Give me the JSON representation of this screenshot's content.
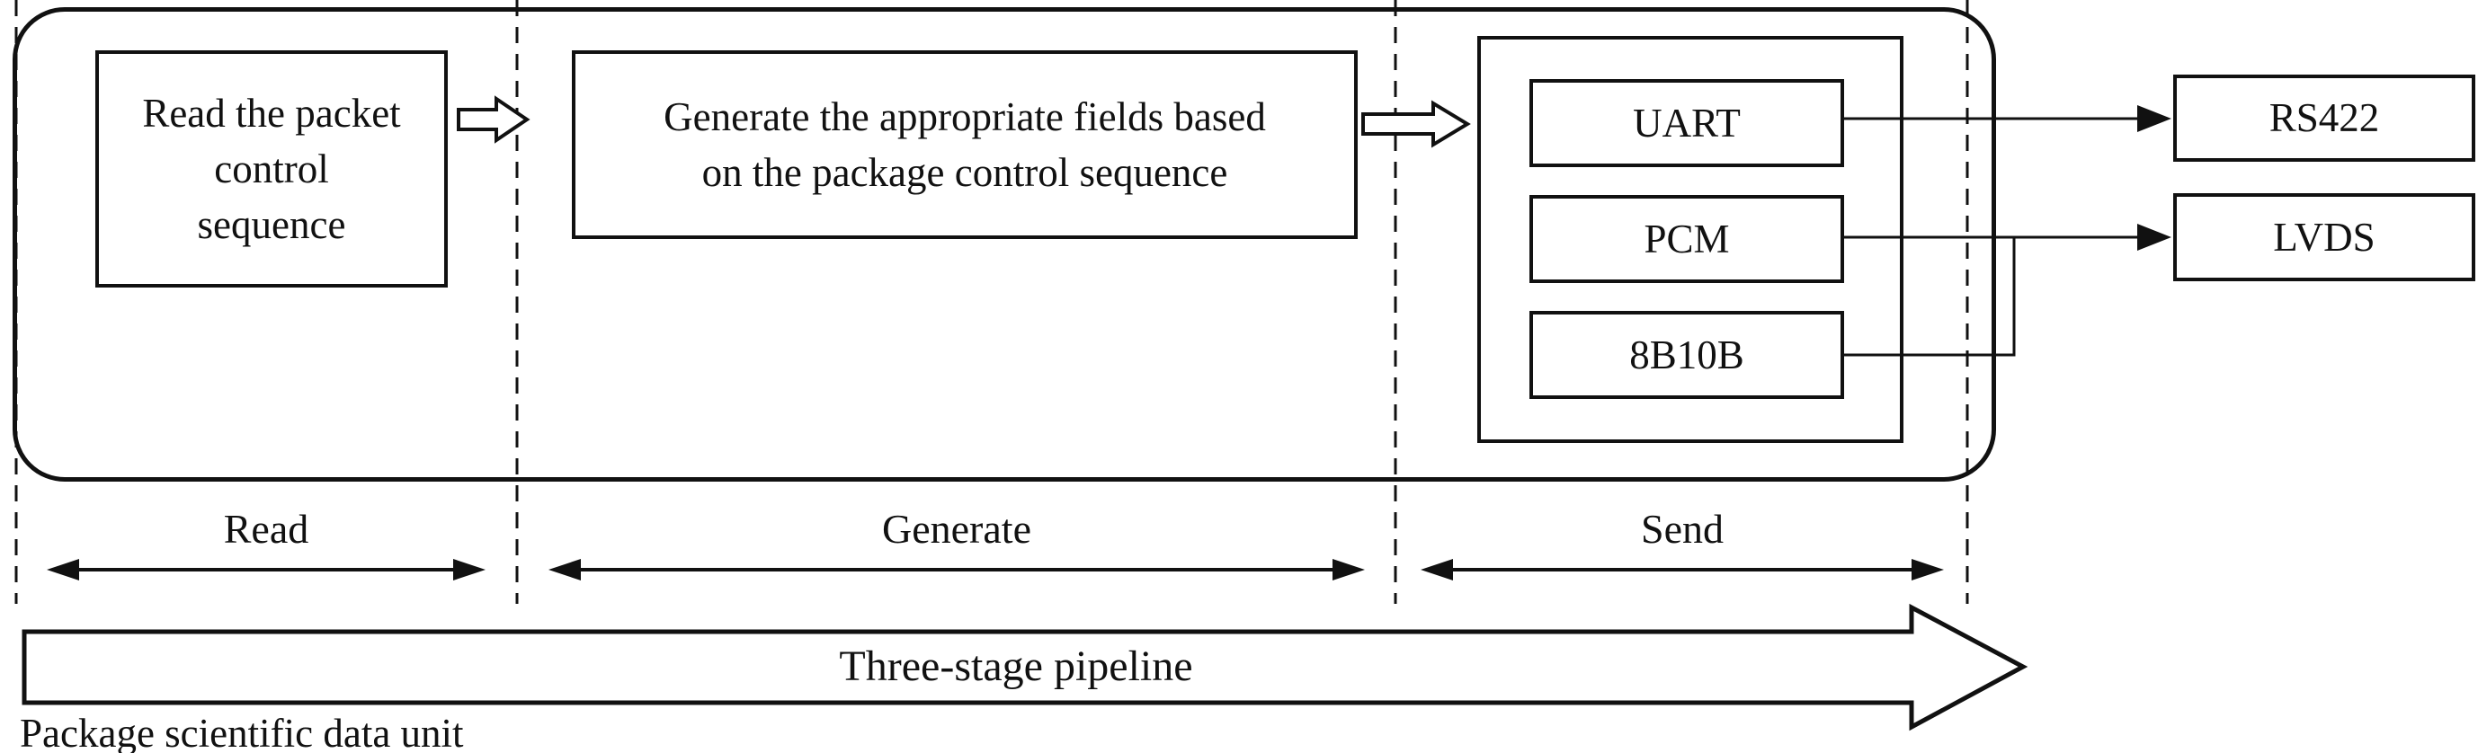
{
  "colors": {
    "line": "#111111",
    "background": "#ffffff"
  },
  "stages": {
    "read_box_text": "Read the packet\ncontrol\nsequence",
    "generate_box_text": "Generate the appropriate fields based\non the package control sequence",
    "modules": [
      "UART",
      "PCM",
      "8B10B"
    ]
  },
  "outputs": [
    "RS422",
    "LVDS"
  ],
  "stage_labels": [
    "Read",
    "Generate",
    "Send"
  ],
  "pipeline_label": "Three-stage pipeline",
  "caption": "Package scientific data unit"
}
